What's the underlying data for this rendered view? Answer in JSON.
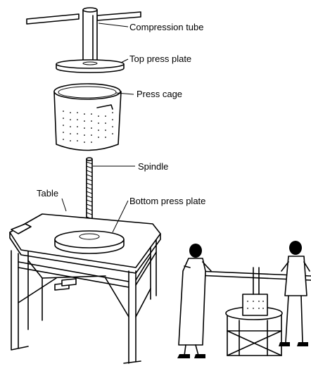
{
  "labels": {
    "compression_tube": "Compression tube",
    "top_press_plate": "Top press plate",
    "press_cage": "Press cage",
    "spindle": "Spindle",
    "table": "Table",
    "bottom_press_plate": "Bottom press plate"
  }
}
